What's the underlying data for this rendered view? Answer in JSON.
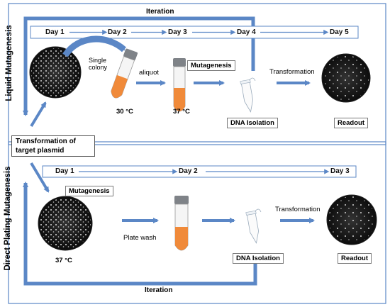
{
  "liquid": {
    "side_label": "Liquid Mutagenesis",
    "iteration_label": "Iteration",
    "days": [
      "Day 1",
      "Day 2",
      "Day 3",
      "Day 4",
      "Day 5"
    ],
    "single_colony_label": "Single\ncolony",
    "aliquot_label": "aliquot",
    "mutagenesis_label": "Mutagenesis",
    "transformation_label": "Transformation",
    "dna_isolation_label": "DNA Isolation",
    "readout_label": "Readout",
    "temp1_label": "30 °C",
    "temp2_label": "37 °C"
  },
  "shared": {
    "transformation_target_label": "Transformation of\ntarget plasmid"
  },
  "direct": {
    "side_label": "Direct Plating Mutagenesis",
    "iteration_label": "Iteration",
    "days": [
      "Day 1",
      "Day 2",
      "Day 3"
    ],
    "mutagenesis_label": "Mutagenesis",
    "plate_wash_label": "Plate wash",
    "temp_label": "37 °C",
    "transformation_label": "Transformation",
    "dna_isolation_label": "DNA Isolation",
    "readout_label": "Readout"
  },
  "colors": {
    "arrow_blue": "#5b87c6",
    "frame_blue": "#5b87c6",
    "tube_orange": "#f08a3a",
    "cap_gray": "#7f8388"
  }
}
